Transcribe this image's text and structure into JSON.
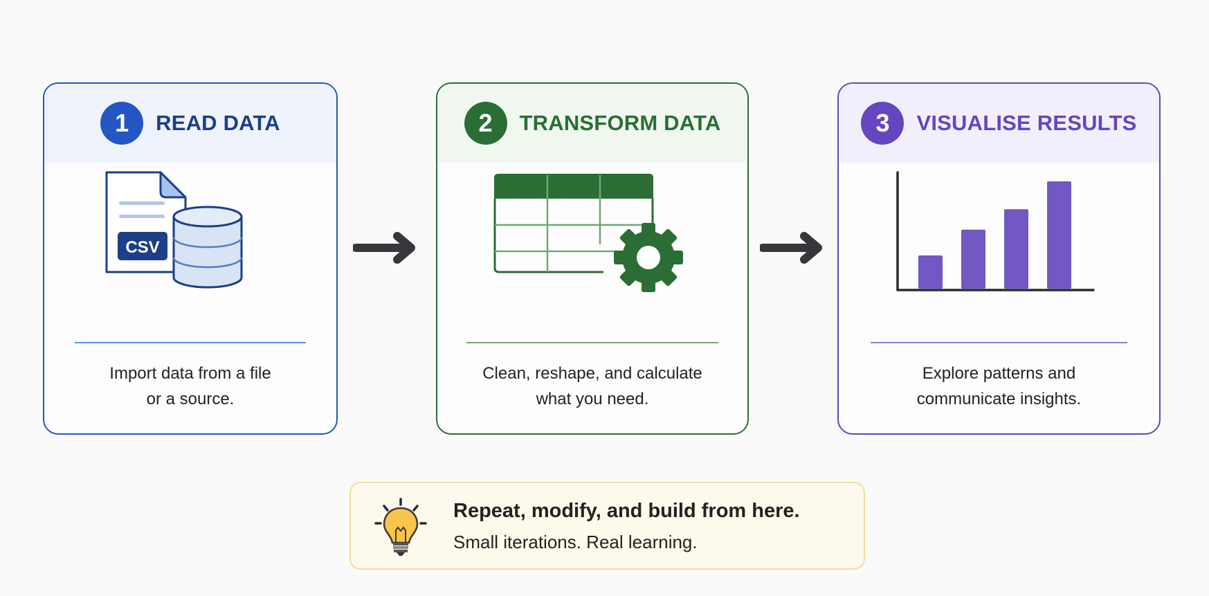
{
  "steps": [
    {
      "number": "1",
      "title": "READ DATA",
      "description_lines": [
        "Import data from a file",
        "or a source."
      ],
      "icon": "csv-file-database-icon",
      "icon_label": "CSV",
      "color": "#2456c4"
    },
    {
      "number": "2",
      "title": "TRANSFORM DATA",
      "description_lines": [
        "Clean, reshape, and calculate",
        "what you need."
      ],
      "icon": "table-gear-icon",
      "color": "#2b6e35"
    },
    {
      "number": "3",
      "title": "VISUALISE RESULTS",
      "description_lines": [
        "Explore patterns and",
        "communicate insights."
      ],
      "icon": "bar-chart-icon",
      "color": "#6645c0",
      "bar_chart_relative_values": [
        0.31,
        0.55,
        0.74,
        1.0
      ]
    }
  ],
  "connectors": [
    {
      "icon": "arrow-right-icon",
      "from": "1",
      "to": "2"
    },
    {
      "icon": "arrow-right-icon",
      "from": "2",
      "to": "3"
    }
  ],
  "callout": {
    "icon": "lightbulb-icon",
    "title": "Repeat, modify, and build from here.",
    "subtitle": "Small iterations. Real learning."
  }
}
